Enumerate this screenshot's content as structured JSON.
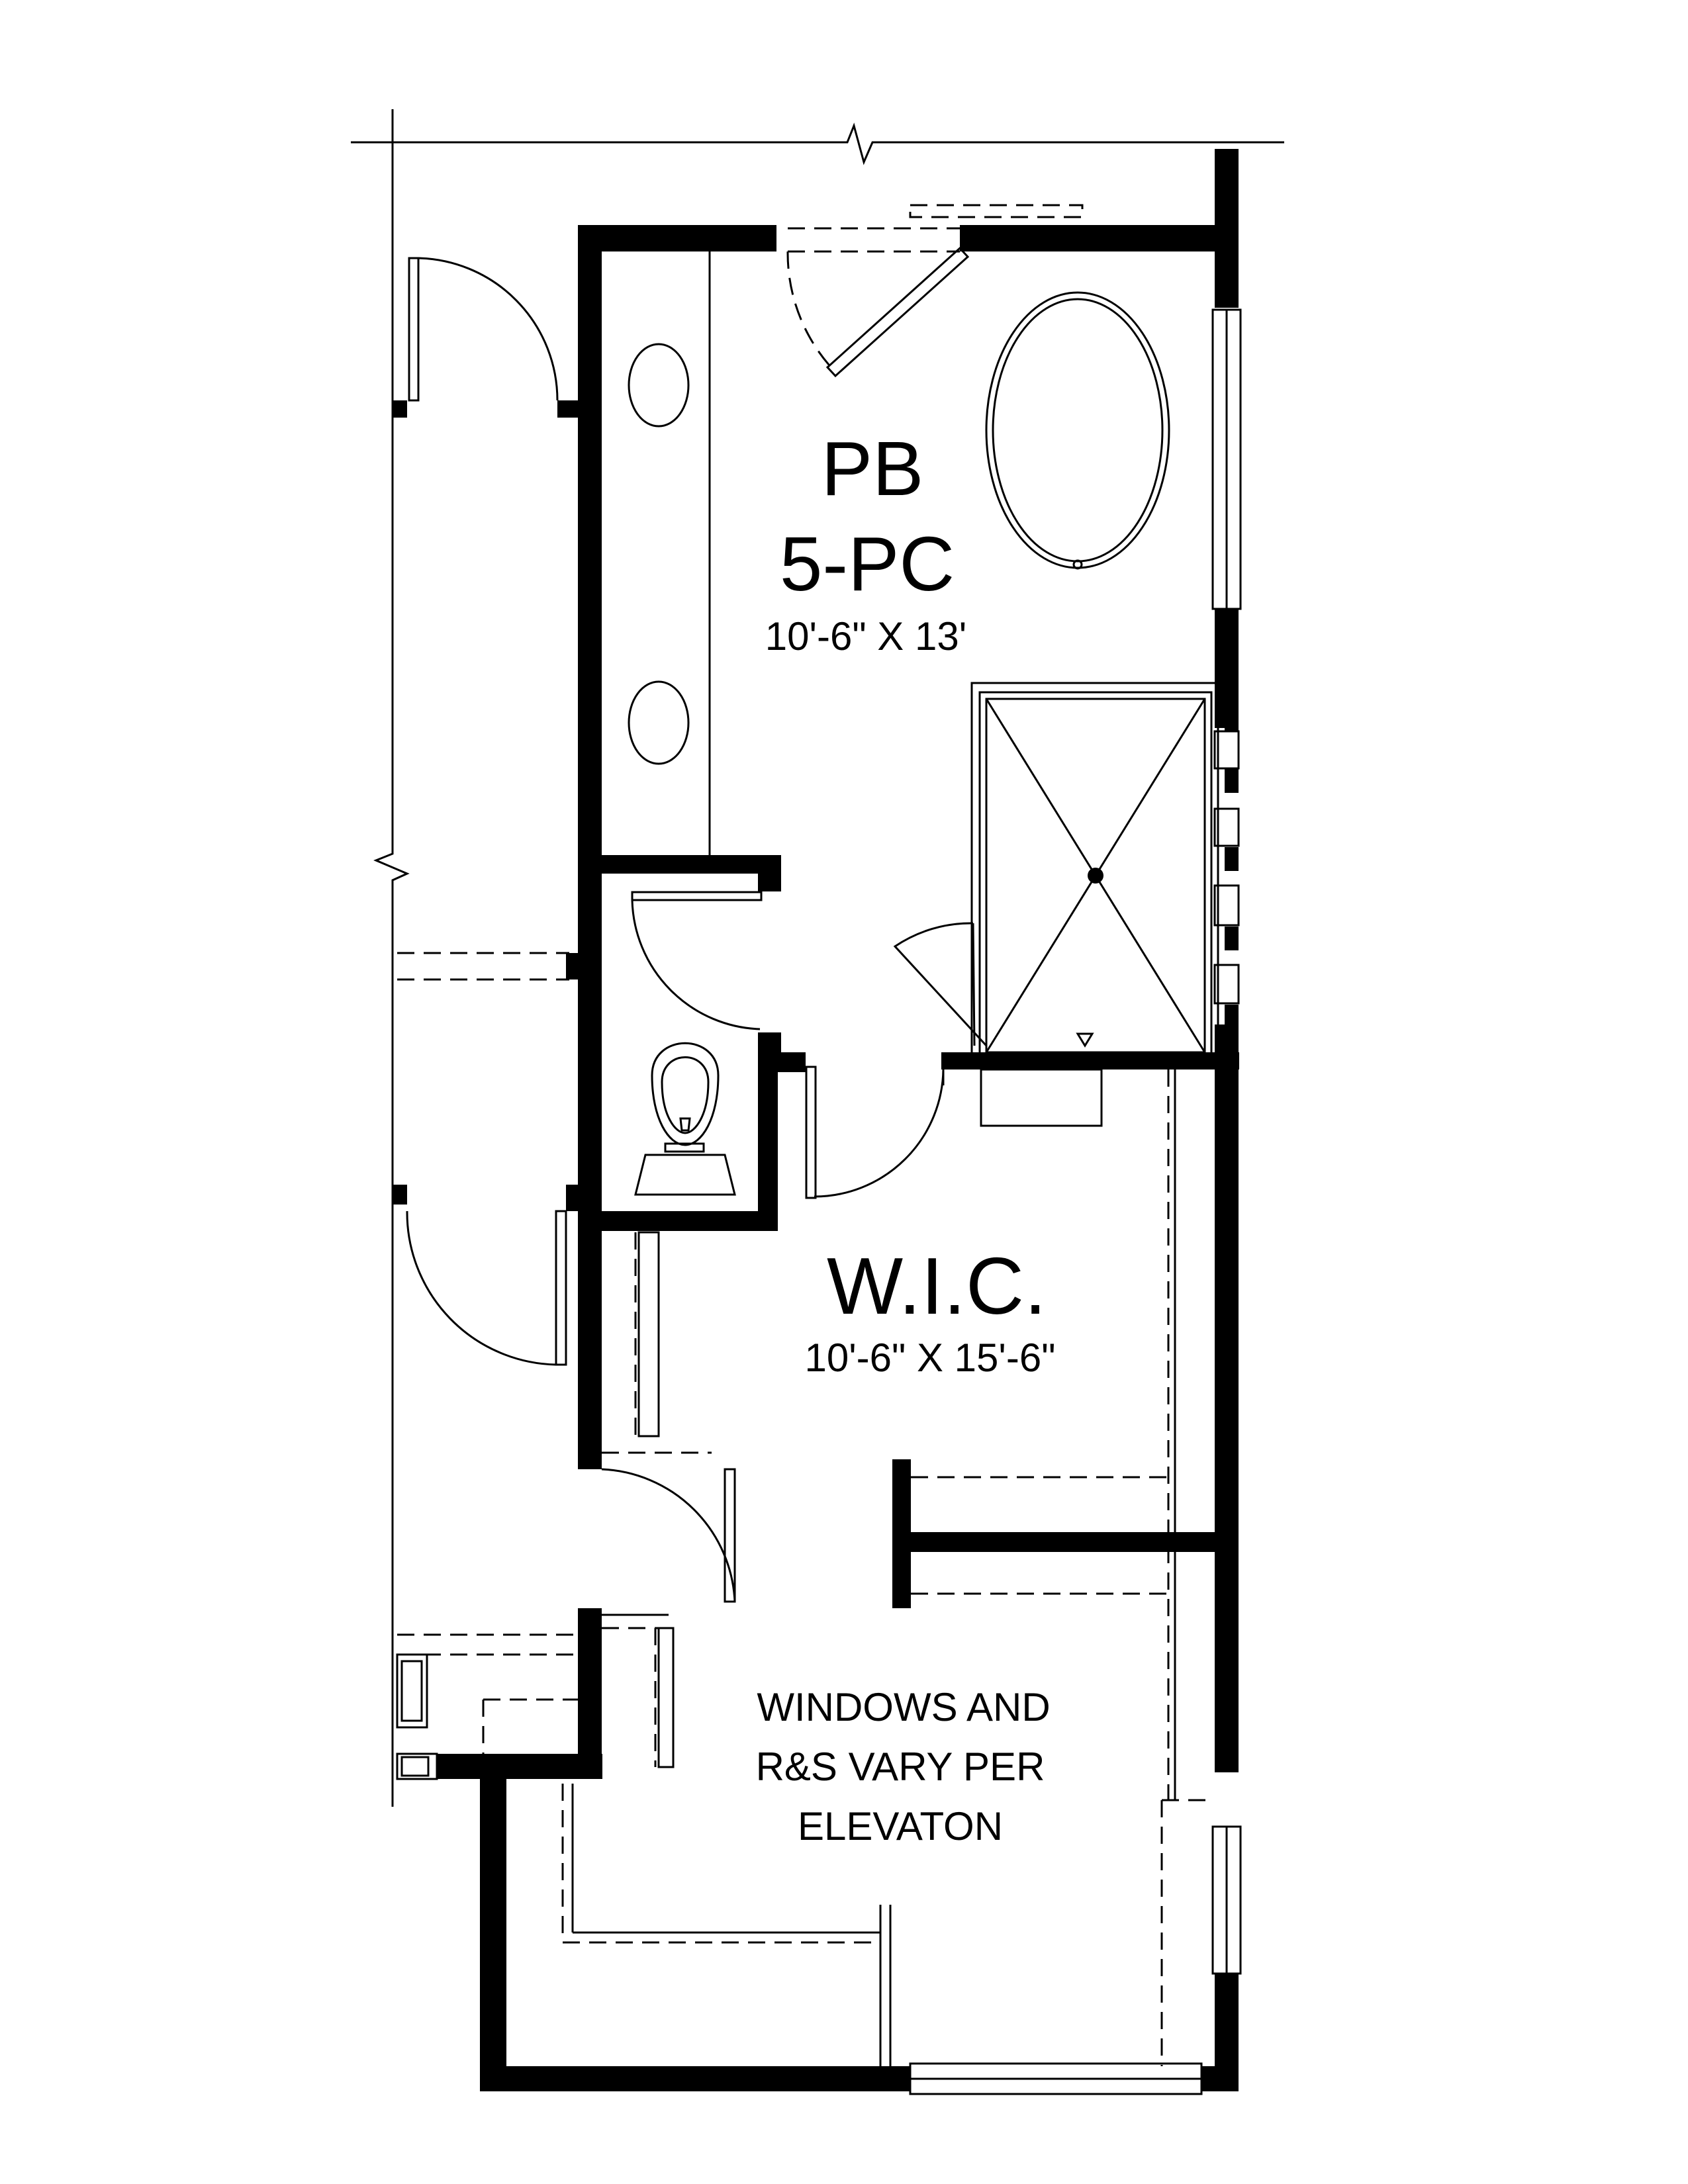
{
  "rooms": {
    "bath": {
      "name_line1": "PB",
      "name_line2": "5-PC",
      "dimensions": "10'-6\" X 13'"
    },
    "closet": {
      "name": "W.I.C.",
      "dimensions": "10'-6\" X 15'-6\""
    }
  },
  "note": {
    "line1": "WINDOWS AND",
    "line2": "R&S VARY PER",
    "line3": "ELEVATON"
  }
}
